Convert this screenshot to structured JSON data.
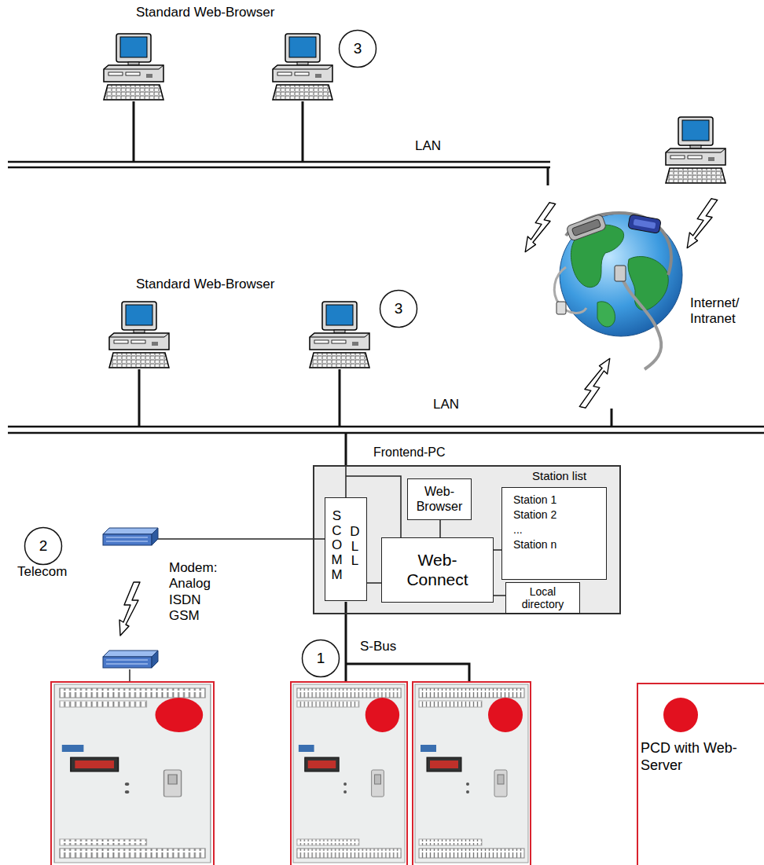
{
  "diagram": {
    "nodes": [
      {
        "text": [
          "3"
        ]
      },
      {
        "text": [
          "3"
        ]
      },
      {
        "text": [
          "Frontend-PC"
        ]
      },
      {
        "text": [
          "Web-Browser"
        ],
        "in": 2
      },
      {
        "text": [
          "Station list",
          "Station 1",
          "Station 2",
          "...",
          "Station n"
        ],
        "in": 2
      },
      {
        "text": [
          "SCOMM",
          "DLL"
        ],
        "in": 2
      },
      {
        "text": [
          "Web-Connect"
        ],
        "in": 2
      },
      {
        "text": [
          "Local directory"
        ],
        "in": 2
      },
      {
        "text": [
          "2"
        ]
      },
      {
        "text": [
          "1"
        ]
      }
    ],
    "edges": [
      {
        "from": 3,
        "to": 6,
        "arrow": "none"
      },
      {
        "from": 5,
        "to": 6,
        "arrow": "none"
      },
      {
        "from": 6,
        "to": 4,
        "arrow": "none"
      },
      {
        "from": 6,
        "to": 7,
        "arrow": "none"
      }
    ],
    "labels": [
      "Standard Web-Browser",
      "LAN",
      "Internet/ Intranet",
      "Standard Web-Browser",
      "LAN",
      "Telecom",
      "Modem: Analog ISDN GSM",
      "S-Bus"
    ],
    "legend": [
      {
        "text": "PCD with Web-Server",
        "color": "#e2111f"
      }
    ]
  }
}
